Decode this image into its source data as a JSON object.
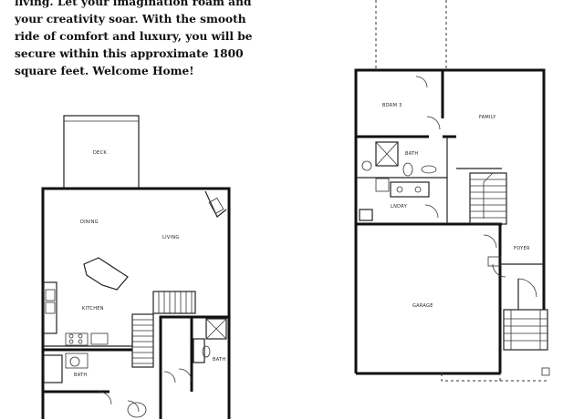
{
  "intro": {
    "lines": [
      "living.  Let your imagination roam and",
      "your creativity soar.  With the smooth",
      "ride of comfort and luxury, you will be",
      "secure within this approximate 1800",
      "square feet.  Welcome Home!"
    ]
  },
  "first_floor": {
    "labels": {
      "deck": "DECK",
      "dining": "DINING",
      "living": "LIVING",
      "kitchen": "KITCHEN",
      "bath_left": "BATH",
      "bath_right": "BATH"
    }
  },
  "second_floor": {
    "labels": {
      "bdrm": "BDRM 3",
      "family": "FAMILY",
      "bath": "BATH",
      "laundry": "LNDRY",
      "foyer": "FOYER",
      "garage": "GARAGE"
    }
  }
}
